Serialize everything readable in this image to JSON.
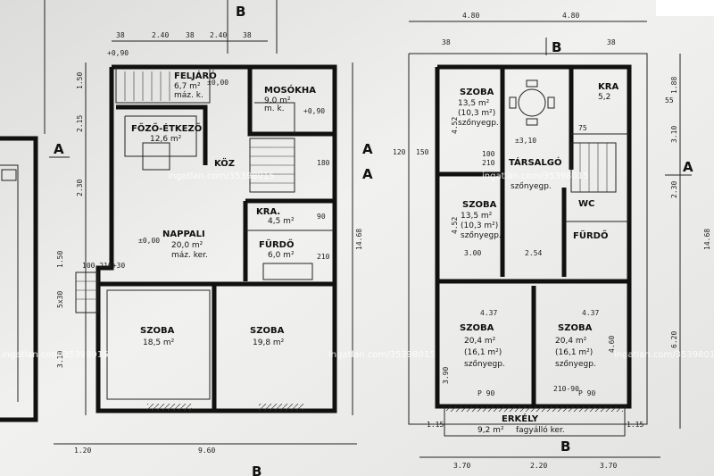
{
  "left_rooms": [
    {
      "name": "FELJÁRÓ",
      "area": "6,7 m²",
      "floor": "máz. k."
    },
    {
      "name": "MOSÓKHA",
      "area": "9,0 m²",
      "floor": "m. k."
    },
    {
      "name": "FŐZŐ-ÉTKEZŐ",
      "area": "12,6 m²",
      "floor": ""
    },
    {
      "name": "KÖZ",
      "area": "",
      "floor": ""
    },
    {
      "name": "KRA.",
      "area": "4,5 m²",
      "floor": ""
    },
    {
      "name": "NAPPALI",
      "area": "20,0 m²",
      "floor": "máz. ker."
    },
    {
      "name": "FÜRDŐ",
      "area": "6,0 m²",
      "floor": ""
    },
    {
      "name": "SZOBA",
      "area": "18,5 m²",
      "floor": ""
    },
    {
      "name": "SZOBA",
      "area": "19,8 m²",
      "floor": ""
    }
  ],
  "right_rooms": [
    {
      "name": "SZOBA",
      "area": "13,5 m²",
      "area2": "(10,3 m²)",
      "floor": "szőnyegp."
    },
    {
      "name": "TÁRSALGÓ",
      "area": "",
      "area2": "",
      "floor": "szőnyegp."
    },
    {
      "name": "KRA",
      "area": "5,2",
      "area2": "",
      "floor": ""
    },
    {
      "name": "SZOBA",
      "area": "13,5 m²",
      "area2": "(10,3 m²)",
      "floor": "szőnyegp."
    },
    {
      "name": "WC",
      "area": "",
      "area2": "",
      "floor": ""
    },
    {
      "name": "FÜRDŐ",
      "area": "",
      "area2": "",
      "floor": ""
    },
    {
      "name": "SZOBA",
      "area": "20,4 m²",
      "area2": "(16,1 m²)",
      "floor": "szőnyegp."
    },
    {
      "name": "SZOBA",
      "area": "20,4 m²",
      "area2": "(16,1 m²)",
      "floor": "szőnyegp."
    },
    {
      "name": "ERKÉLY",
      "area": "9,2 m²",
      "area2": "",
      "floor": "fagyálló ker."
    }
  ],
  "section_marks": {
    "a": "A",
    "b": "B"
  },
  "left_dims_top": [
    "38",
    "2.40",
    "38",
    "2.40",
    "38"
  ],
  "left_dims_bottom": [
    "1.20",
    "9.60"
  ],
  "left_dims_side": [
    "1.50",
    "2.15",
    "2.30",
    "1.50",
    "5x30",
    "3.10",
    "14.68"
  ],
  "right_dims_top": [
    "4.80",
    "4.80",
    "38",
    "38"
  ],
  "right_dims_bottom": [
    "3.70",
    "2.20",
    "3.70"
  ],
  "right_dims_side": [
    "1.88",
    "3.10",
    "2.30",
    "14.68",
    "6.20"
  ],
  "right_inner_dims": [
    "3.00",
    "2.54",
    "4.37",
    "4.37",
    "4.52",
    "4.52",
    "4.60",
    "3.90"
  ],
  "opening_labels": [
    "120",
    "150",
    "90",
    "180",
    "100",
    "210",
    "75",
    "55",
    "P 90",
    "210-90",
    "100 210+30",
    "1.15",
    "1.15"
  ],
  "elevation_marks": [
    "+0,90",
    "±0,00",
    "+0,90",
    "±0,00",
    "±3,10"
  ],
  "watermarks": [
    "ingatlan.com/35398015",
    "ingatlan.com/35398015",
    "ingatlan.com/35398015",
    "ingatlan.com/35398015",
    "ingatlan.com/35398015"
  ]
}
